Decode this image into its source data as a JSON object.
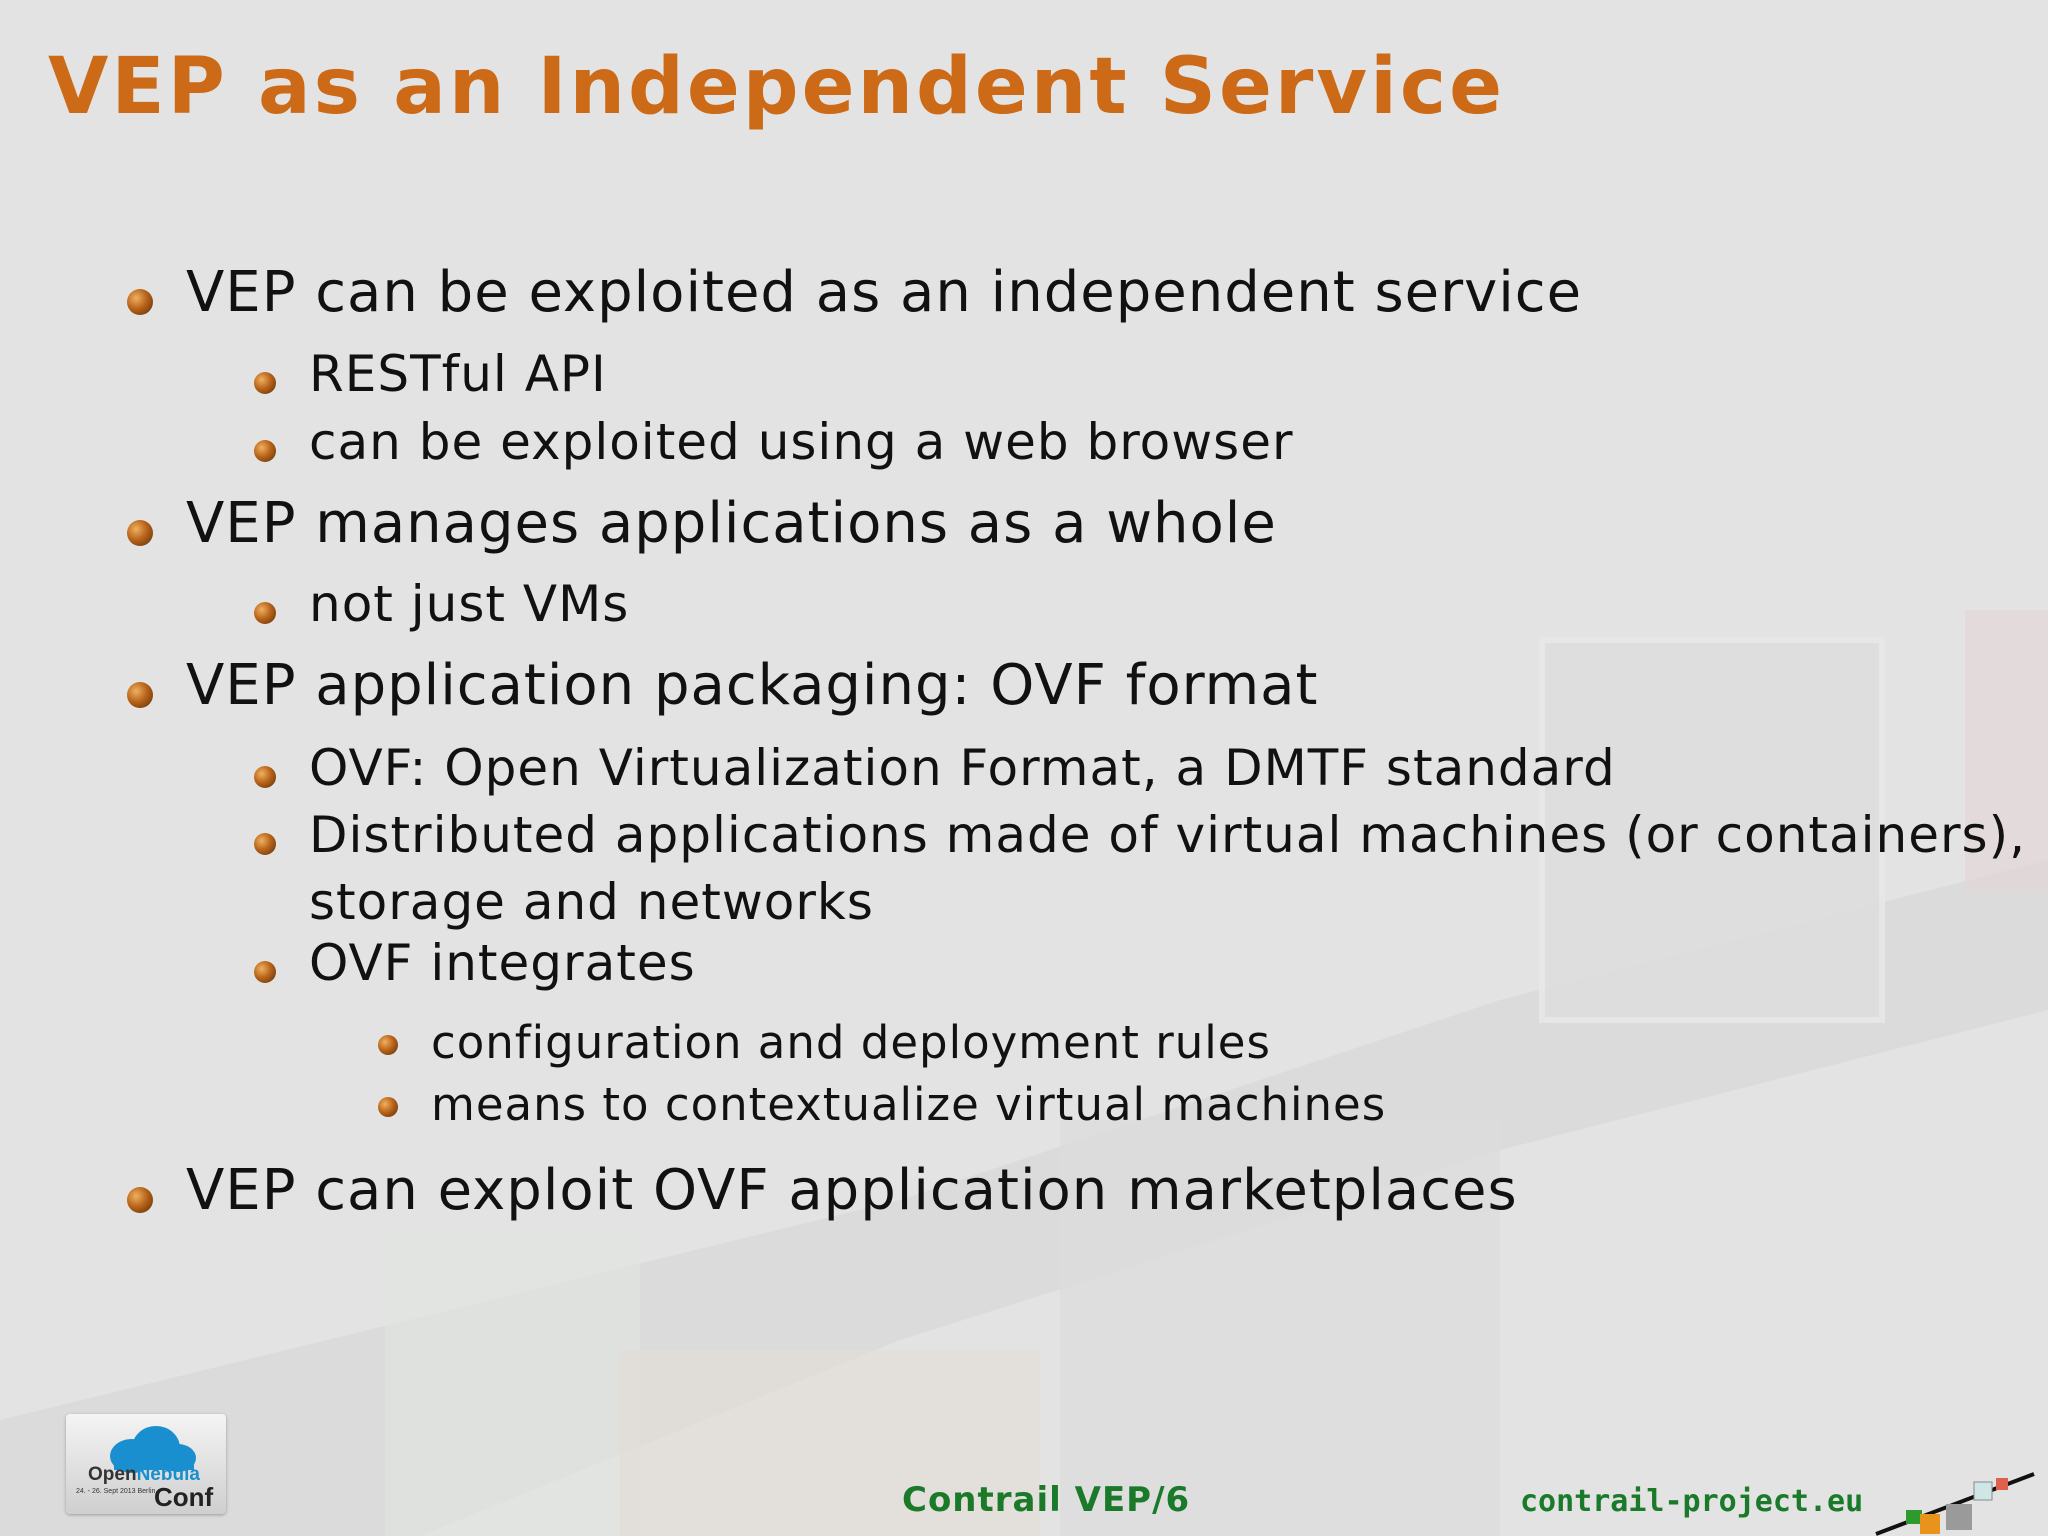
{
  "slide": {
    "title": "VEP as an Independent Service",
    "bullets": [
      {
        "level": 1,
        "text": "VEP can be exploited as an independent service"
      },
      {
        "level": 2,
        "text": "RESTful API"
      },
      {
        "level": 2,
        "text": "can be exploited using a web browser"
      },
      {
        "level": 1,
        "text": "VEP manages applications as a whole"
      },
      {
        "level": 2,
        "text": "not just VMs"
      },
      {
        "level": 1,
        "text": "VEP application packaging: OVF format"
      },
      {
        "level": 2,
        "text": "OVF: Open Virtualization Format, a DMTF standard"
      },
      {
        "level": 2,
        "text": "Distributed applications made of virtual machines (or containers),"
      },
      {
        "level": 2,
        "text": "storage and networks",
        "continuation": true
      },
      {
        "level": 2,
        "text": "OVF integrates"
      },
      {
        "level": 3,
        "text": "configuration and deployment rules"
      },
      {
        "level": 3,
        "text": "means to contextualize virtual machines"
      },
      {
        "level": 1,
        "text": "VEP can exploit OVF application marketplaces"
      }
    ]
  },
  "footer": {
    "center": "Contrail VEP/6",
    "right": "contrail-project.eu"
  },
  "logo": {
    "open": "Open",
    "nebula": "Nebula",
    "conf": "Conf",
    "dates": "24. - 26. Sept 2013 Berlin"
  },
  "colors": {
    "title": "#cc6a17",
    "footer": "#1a7a2a",
    "bullet": "#b8641a"
  }
}
